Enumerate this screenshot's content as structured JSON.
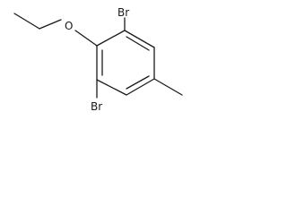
{
  "molecule": {
    "atoms": {
      "br_top": "Br",
      "oxygen": "O",
      "br_bottom": "Br"
    }
  }
}
